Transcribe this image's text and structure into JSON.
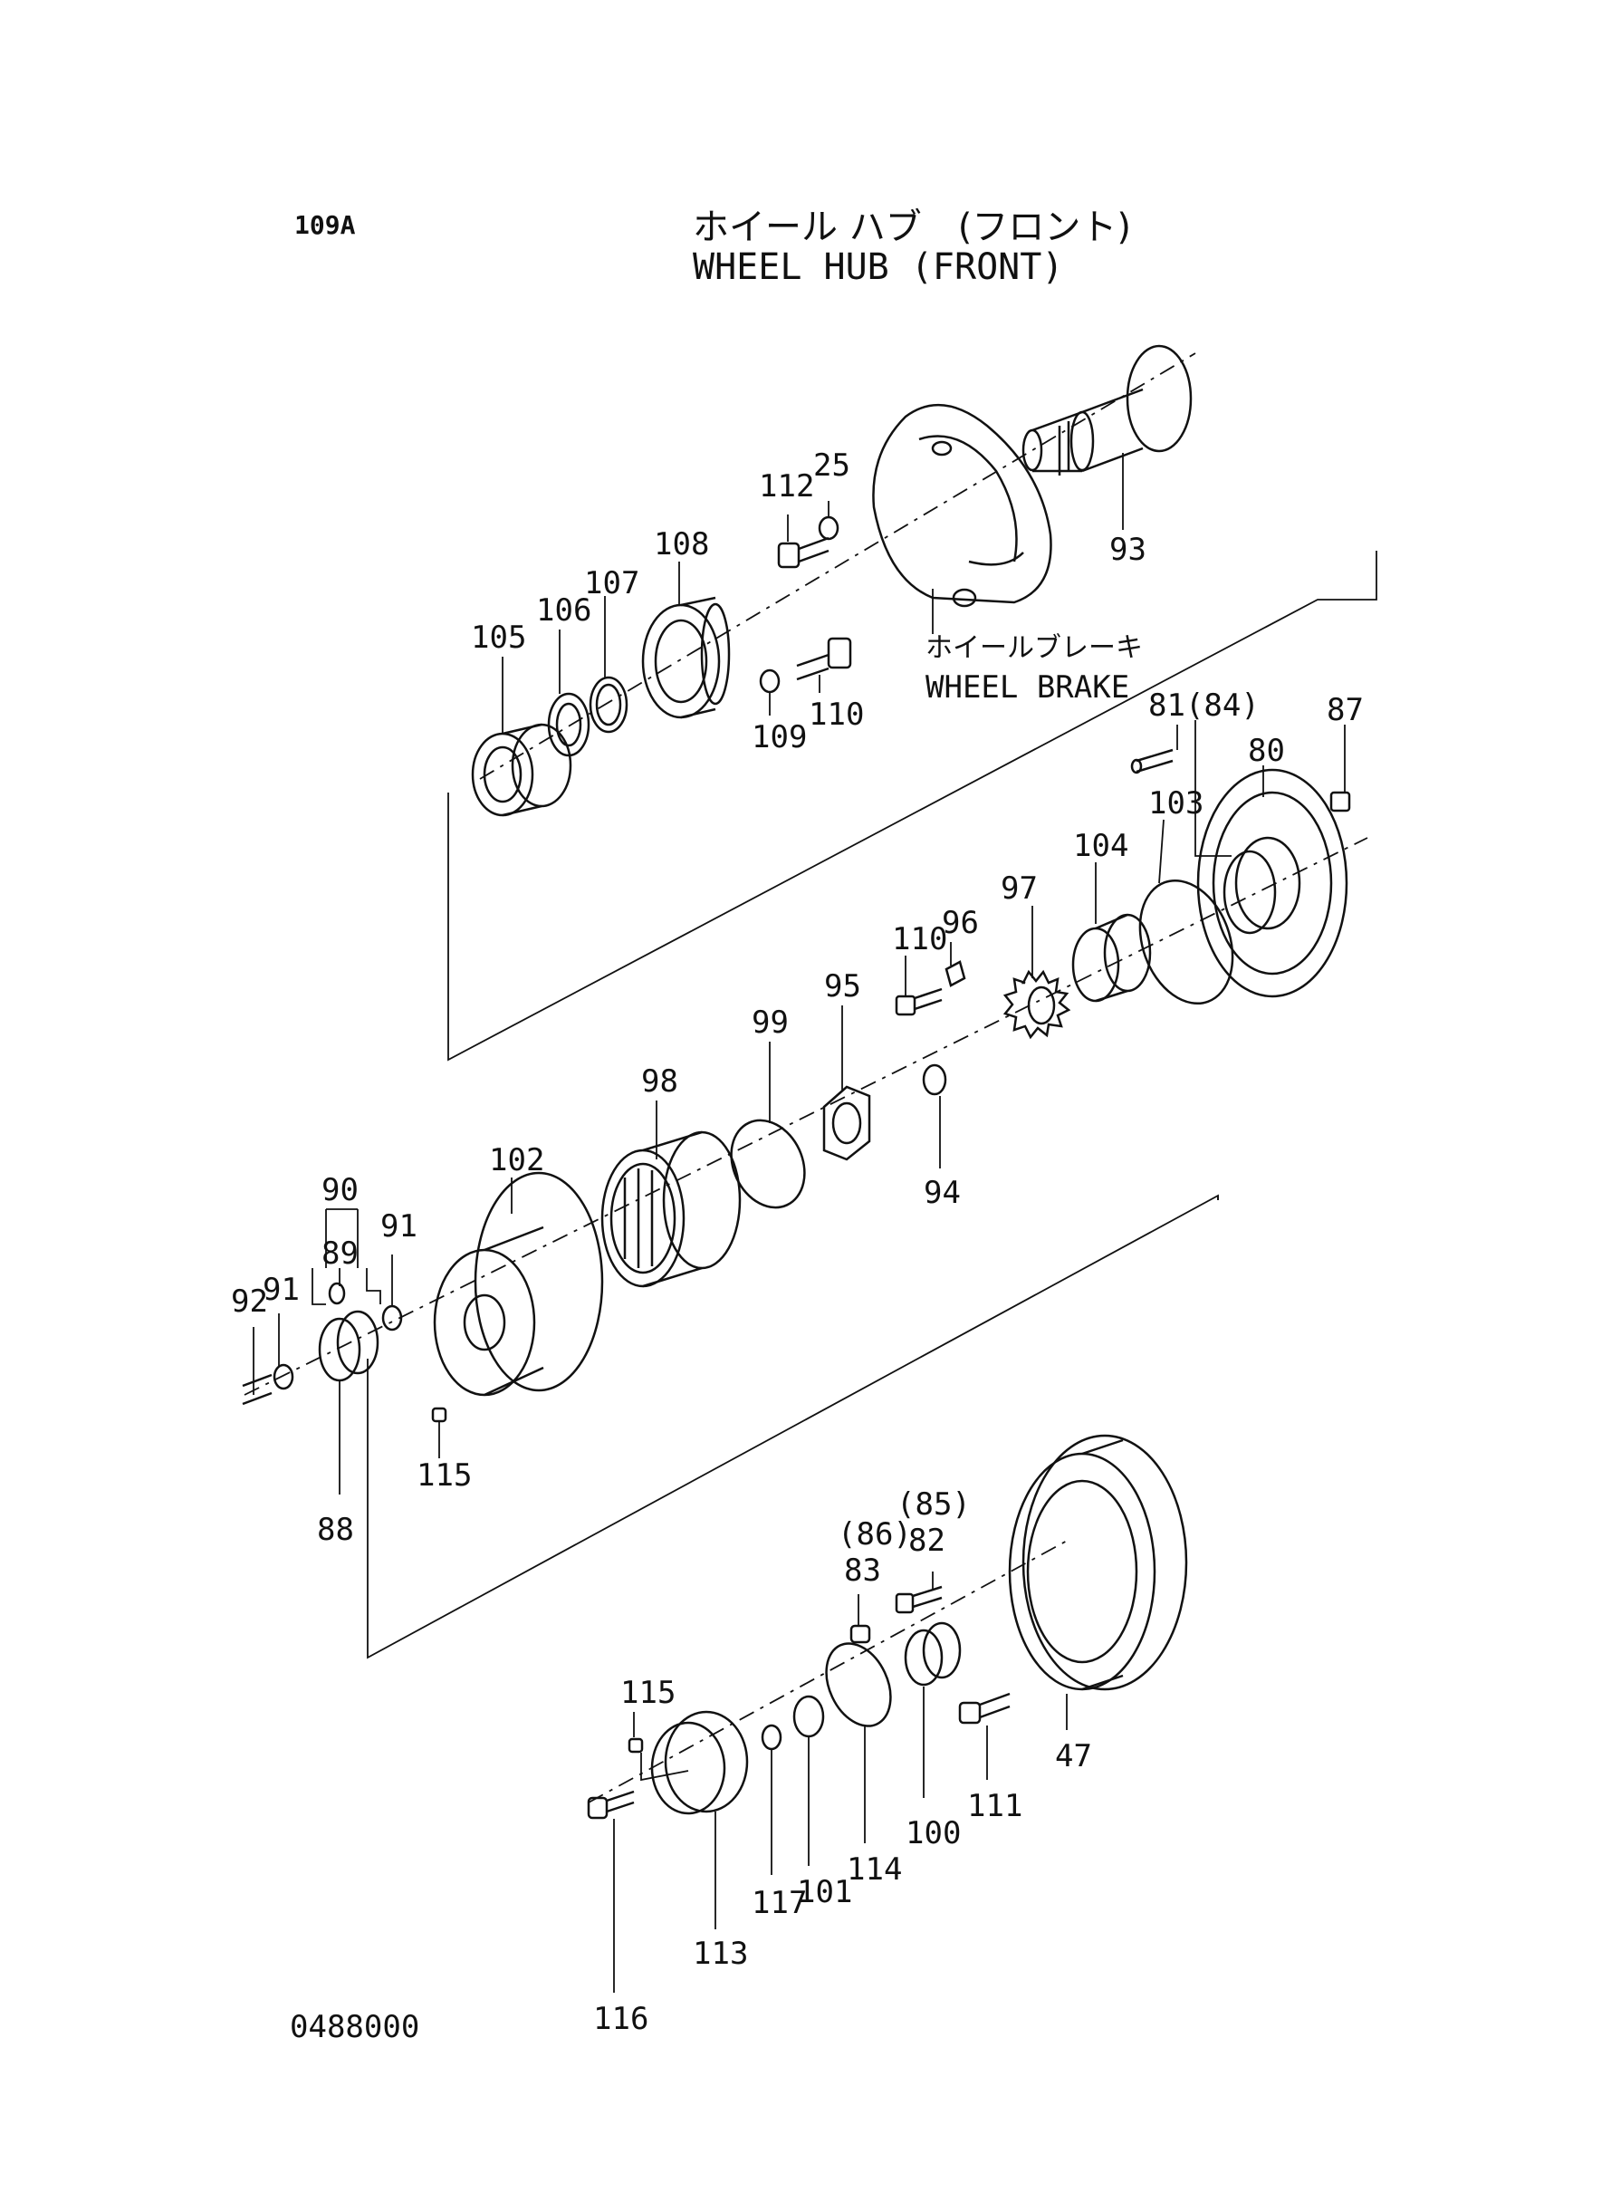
{
  "page_code": "109A",
  "title_jp": "ホイール ハブ　(フロント)",
  "title_en": "WHEEL HUB (FRONT)",
  "document_number": "0488000",
  "wheel_brake_jp": "ホイールブレーキ",
  "wheel_brake_en": "WHEEL BRAKE",
  "part_labels": [
    "25",
    "112",
    "108",
    "107",
    "106",
    "105",
    "109",
    "110",
    "93",
    "81(84)",
    "87",
    "80",
    "103",
    "104",
    "97",
    "96",
    "110",
    "95",
    "99",
    "94",
    "98",
    "102",
    "90",
    "89",
    "91",
    "92",
    "91",
    "88",
    "115",
    "(85)",
    "82",
    "(86)",
    "83",
    "115",
    "47",
    "111",
    "100",
    "114",
    "101",
    "117",
    "113",
    "116"
  ]
}
